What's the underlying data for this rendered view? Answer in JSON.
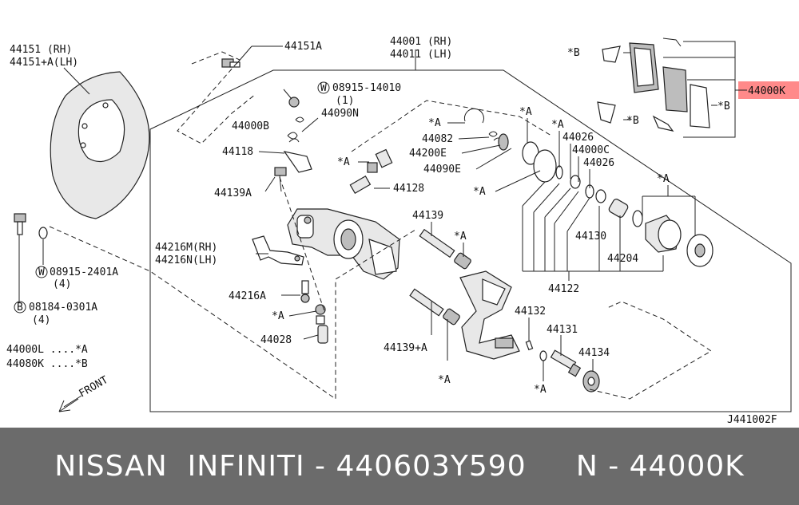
{
  "colors": {
    "highlight": "#ff8a8a",
    "footer_bg": "#6b6b6b",
    "footer_text": "#ffffff"
  },
  "labels": {
    "l44151": "44151 (RH)",
    "l44151a_lh": "44151+A(LH)",
    "l44151a": "44151A",
    "l44001": "44001 (RH)",
    "l44011": "44011 (LH)",
    "w_bolt1": "08915-14010",
    "w_bolt1_qty": "(1)",
    "l44000b": "44000B",
    "l44090n": "44090N",
    "l44118": "44118",
    "l44139a": "44139A",
    "a_44082": "*A",
    "l44082": "44082",
    "l44200e": "44200E",
    "l44090e": "44090E",
    "a_44090e": "*A",
    "a_44128": "*A",
    "l44128": "44128",
    "a_top": "*A",
    "a_top2": "*A",
    "l44026a": "44026",
    "l44000c": "44000C",
    "l44026b": "44026",
    "a_piston": "*A",
    "l44139": "44139",
    "a_44139": "*A",
    "l44130": "44130",
    "l44204": "44204",
    "l44216m": "44216M(RH)",
    "l44216n": "44216N(LH)",
    "w_bolt2": "08915-2401A",
    "w_bolt2_qty": "(4)",
    "l44216a": "44216A",
    "b_bolt": "08184-0301A",
    "b_bolt_qty": "(4)",
    "a_44028": "*A",
    "l44028": "44028",
    "l44122": "44122",
    "l44132": "44132",
    "l44131": "44131",
    "l44134": "44134",
    "l44139a_plus": "44139+A",
    "a_44139a_plus": "*A",
    "a_bottom": "*A",
    "a_44132": "*A",
    "key1": "44000L ....*A",
    "key2": "44080K ....*B",
    "front": "FRONT",
    "b_left": "*B",
    "b_mid": "*B",
    "b_right": "*B",
    "l44000k": "44000K",
    "diagram_code": "J441002F",
    "w_symbol": "W",
    "b_symbol": "B"
  },
  "footer": {
    "text": "NISSAN  INFINITI - 440603Y590     N - 44000K"
  }
}
